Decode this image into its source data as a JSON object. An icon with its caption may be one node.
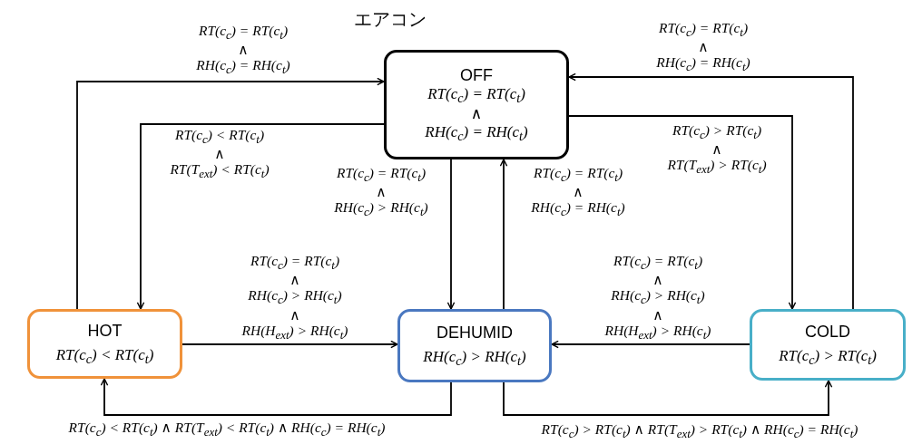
{
  "diagram": {
    "title": "エアコン",
    "nodes": [
      {
        "text": [
          "OFF",
          "RT(c$_{c}$) = RT(c$_{t}$) ∧ RH(c$_{c}$) = RH(c$_{t}$)"
        ]
      },
      {
        "text": [
          "HOT",
          "RT(c$_{c}$) < RT(c$_{t}$)"
        ]
      },
      {
        "text": [
          "DEHUMID",
          "RH(c$_{c}$) > RH(c$_{t}$)"
        ]
      },
      {
        "text": [
          "COLD",
          "RT(c$_{c}$) > RT(c$_{t}$)"
        ]
      }
    ],
    "edges": [
      {
        "from": 1,
        "to": 0,
        "arrow": "to",
        "label": "RT(c$_{c}$) = RT(c$_{t}$) ∧ RH(c$_{c}$) = RH(c$_{t}$)"
      },
      {
        "from": 0,
        "to": 1,
        "arrow": "to",
        "label": "RT(c$_{c}$) < RT(c$_{t}$) ∧ RT(T$_{ext}$) < RT(c$_{t}$)"
      },
      {
        "from": 0,
        "to": 2,
        "arrow": "to",
        "label": "RT(c$_{c}$) = RT(c$_{t}$) ∧ RH(c$_{c}$) > RH(c$_{t}$)"
      },
      {
        "from": 2,
        "to": 0,
        "arrow": "to",
        "label": "RT(c$_{c}$) = RT(c$_{t}$) ∧ RH(c$_{c}$) = RH(c$_{t}$)"
      },
      {
        "from": 3,
        "to": 0,
        "arrow": "to",
        "label": "RT(c$_{c}$) = RT(c$_{t}$) ∧ RH(c$_{c}$) = RH(c$_{t}$)"
      },
      {
        "from": 0,
        "to": 3,
        "arrow": "to",
        "label": "RT(c$_{c}$) > RT(c$_{t}$) ∧ RT(T$_{ext}$) > RT(c$_{t}$)"
      },
      {
        "from": 1,
        "to": 2,
        "arrow": "to",
        "label": "RT(c$_{c}$) = RT(c$_{t}$) ∧ RH(c$_{c}$) > RH(c$_{t}$) ∧ RH(H$_{ext}$) > RH(c$_{t}$)"
      },
      {
        "from": 3,
        "to": 2,
        "arrow": "to",
        "label": "RT(c$_{c}$) = RT(c$_{t}$) ∧ RH(c$_{c}$) > RH(c$_{t}$) ∧ RH(H$_{ext}$) > RH(c$_{t}$)"
      },
      {
        "from": 2,
        "to": 1,
        "arrow": "to",
        "label": "RT(c$_{c}$) < RT(c$_{t}$) ∧ RT(T$_{ext}$) < RT(c$_{t}$) ∧ RH(c$_{c}$) = RH(c$_{t}$)"
      },
      {
        "from": 2,
        "to": 3,
        "arrow": "to",
        "label": "RT(c$_{c}$) > RT(c$_{t}$) ∧ RT(T$_{ext}$) > RT(c$_{t}$) ∧ RH(c$_{c}$) = RH(c$_{t}$)"
      }
    ]
  }
}
